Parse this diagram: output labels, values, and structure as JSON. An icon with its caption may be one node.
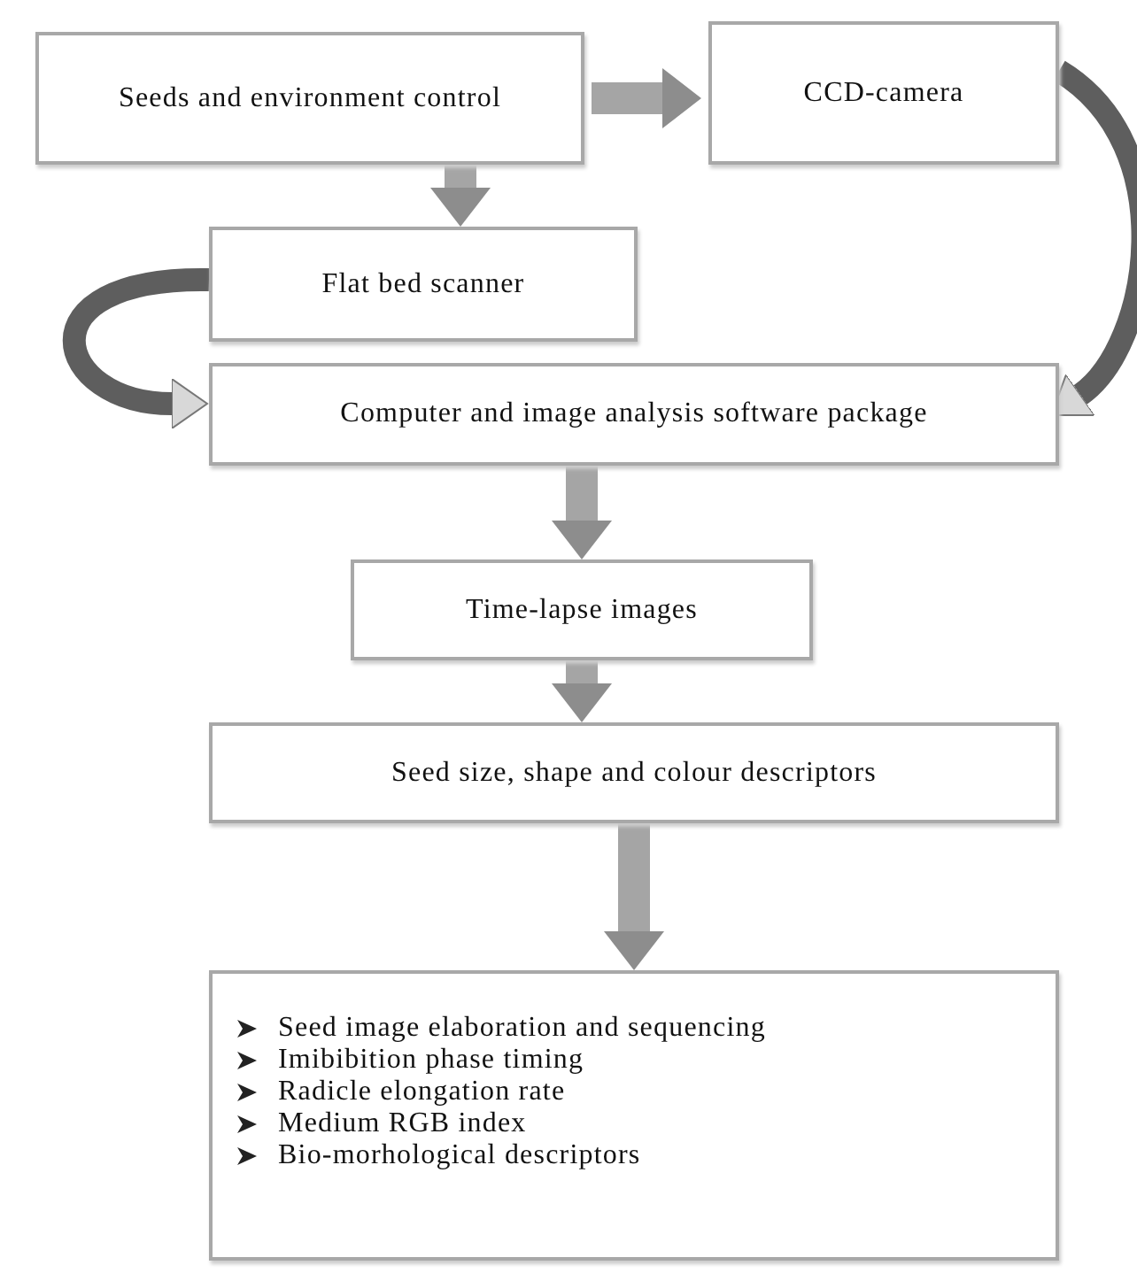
{
  "diagram": {
    "nodes": [
      {
        "text": [
          "Seeds and environment control"
        ]
      },
      {
        "text": [
          "CCD-camera"
        ]
      },
      {
        "text": [
          "Flat bed scanner"
        ]
      },
      {
        "text": [
          "Computer and image analysis software package"
        ]
      },
      {
        "text": [
          "Time-lapse images"
        ]
      },
      {
        "text": [
          "Seed size, shape and colour descriptors"
        ]
      },
      {
        "text": [
          "Seed image elaboration and sequencing",
          "Imibibition phase timing",
          "Radicle elongation rate",
          "Medium RGB index",
          "Bio-morhological descriptors"
        ]
      }
    ],
    "edges": [
      {
        "from": 0,
        "to": 1,
        "arrow": "to"
      },
      {
        "from": 0,
        "to": 2,
        "arrow": "to"
      },
      {
        "from": 2,
        "to": 3,
        "arrow": "to"
      },
      {
        "from": 1,
        "to": 3,
        "arrow": "to"
      },
      {
        "from": 3,
        "to": 4,
        "arrow": "to"
      },
      {
        "from": 4,
        "to": 5,
        "arrow": "to"
      },
      {
        "from": 5,
        "to": 6,
        "arrow": "to"
      }
    ]
  }
}
